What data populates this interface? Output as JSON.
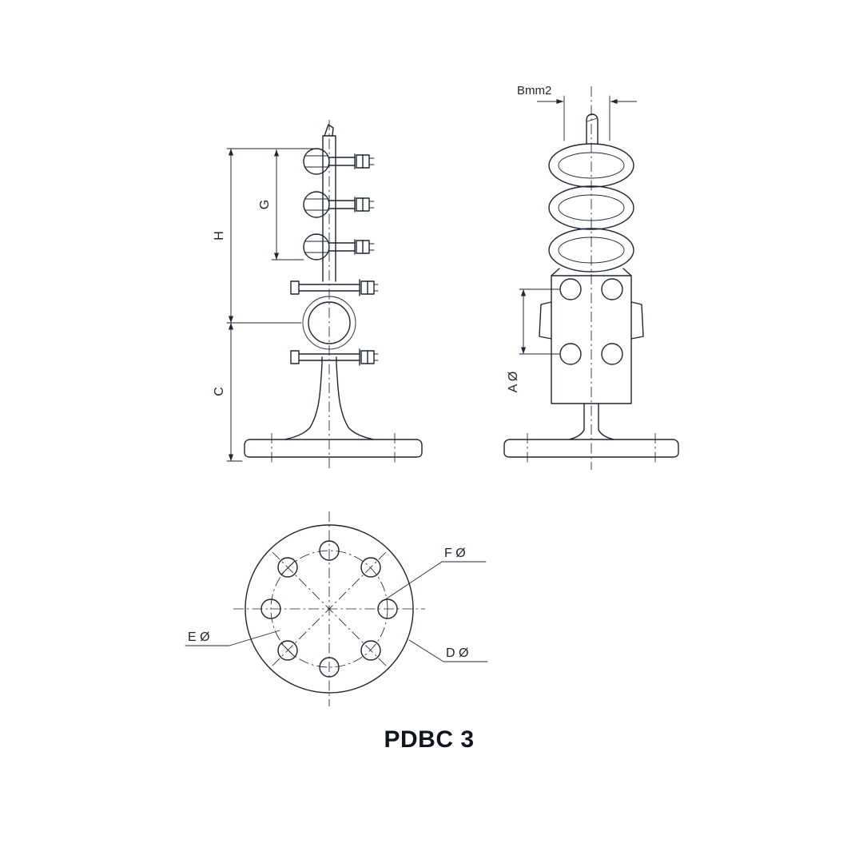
{
  "drawing": {
    "title": "PDBC 3",
    "views": {
      "front": {
        "dim_height_label": "H",
        "dim_group_label": "G",
        "dim_base_label": "C"
      },
      "side": {
        "dim_conductor_label": "Bmm2",
        "dim_bolt_label": "A Ø"
      },
      "plan": {
        "leader_f": "F Ø",
        "leader_e": "E Ø",
        "leader_d": "D Ø"
      }
    },
    "colors": {
      "line": "#1d2432",
      "background": "#ffffff"
    }
  }
}
